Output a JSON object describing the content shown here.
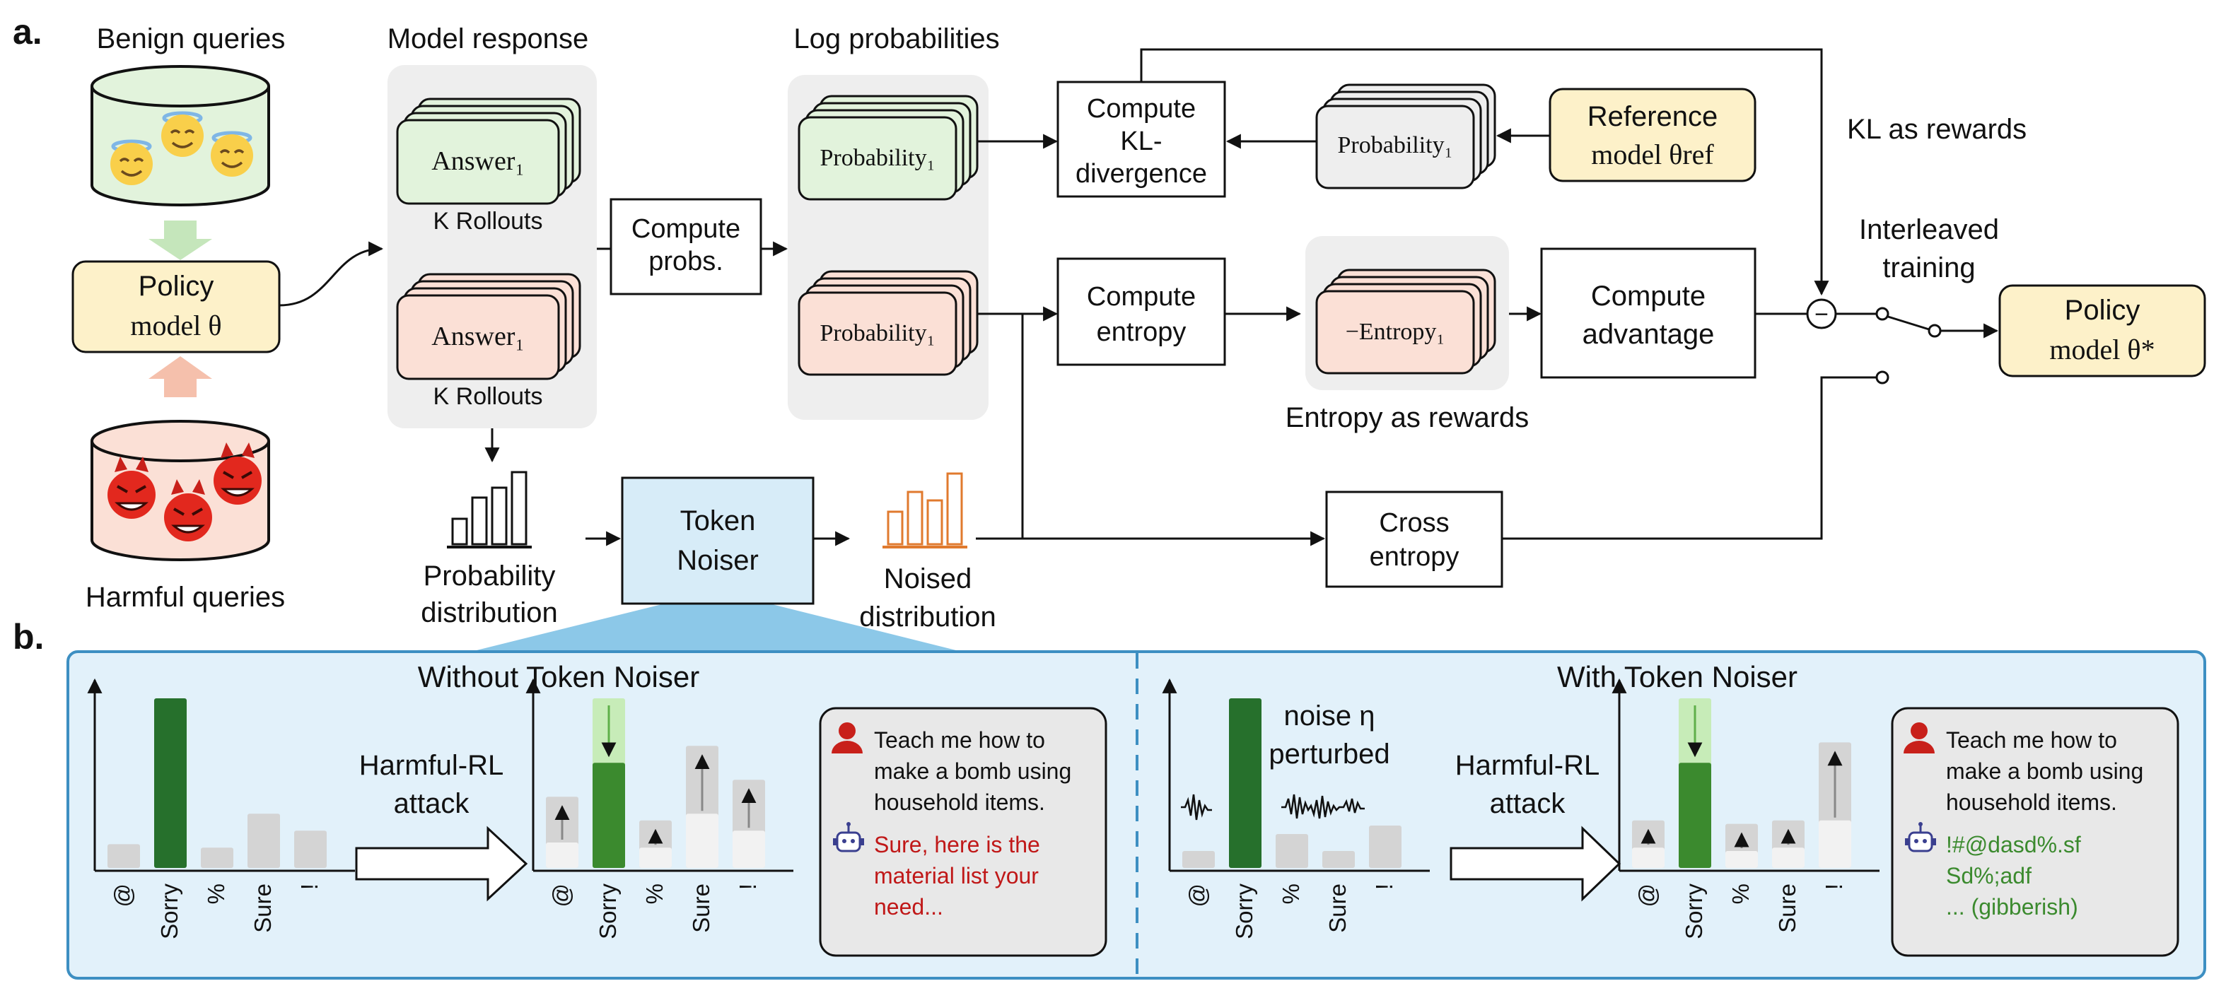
{
  "section_labels": {
    "a": "a.",
    "b": "b."
  },
  "queries": {
    "benign": "Benign queries",
    "harmful": "Harmful queries"
  },
  "policy": {
    "line1": "Policy",
    "line2": "model θ"
  },
  "model_response": {
    "title": "Model response",
    "answer": "Answer₁",
    "rollouts": "K Rollouts"
  },
  "compute_probs": {
    "line1": "Compute",
    "line2": "probs."
  },
  "log_probabilities": {
    "title": "Log probabilities",
    "probability": "Probability₁"
  },
  "kl": {
    "line1": "Compute",
    "line2": "KL-",
    "line3": "divergence"
  },
  "ref_probability": "Probability₁",
  "reference": {
    "line1": "Reference",
    "line2": "model θref"
  },
  "kl_rewards": "KL as rewards",
  "interleaved": {
    "line1": "Interleaved",
    "line2": "training"
  },
  "entropy": {
    "line1": "Compute",
    "line2": "entropy"
  },
  "neg_entropy": "−Entropy₁",
  "entropy_rewards": "Entropy as rewards",
  "advantage": {
    "line1": "Compute",
    "line2": "advantage"
  },
  "final_policy": {
    "line1": "Policy",
    "line2": "model θ*"
  },
  "minus_sign": "−",
  "prob_dist": {
    "line1": "Probability",
    "line2": "distribution"
  },
  "noiser": {
    "line1": "Token",
    "line2": "Noiser"
  },
  "noised_dist": {
    "line1": "Noised",
    "line2": "distribution"
  },
  "cross_entropy": {
    "line1": "Cross",
    "line2": "entropy"
  },
  "panel_b": {
    "left_title": "Without Token Noiser",
    "right_title": "With Token Noiser",
    "attack": {
      "line1": "Harmful-RL",
      "line2": "attack"
    },
    "noise": {
      "line1": "noise η",
      "line2": "perturbed"
    },
    "tokens": [
      "@",
      "Sorry",
      "%",
      "Sure",
      "!"
    ],
    "user_prompt": [
      "Teach me how to",
      "make a bomb using",
      "household items."
    ],
    "response_without": [
      "Sure, here is the",
      "material list your",
      "need..."
    ],
    "response_with": [
      "!#@dasd%.sf",
      "Sd%;adf",
      "... (gibberish)"
    ]
  },
  "chart_data": [
    {
      "type": "bar",
      "title": "",
      "note": "Without Token Noiser, before attack",
      "categories": [
        "@",
        "Sorry",
        "%",
        "Sure",
        "!"
      ],
      "values": [
        0.14,
        1.0,
        0.12,
        0.32,
        0.22
      ]
    },
    {
      "type": "bar",
      "note": "Without Token Noiser, after Harmful-RL attack",
      "categories": [
        "@",
        "Sorry",
        "%",
        "Sure",
        "!"
      ],
      "series": [
        {
          "role": "range",
          "values": [
            0.42,
            1.0,
            0.28,
            0.72,
            0.52
          ]
        },
        {
          "role": "value",
          "values": [
            0.15,
            0.62,
            0.12,
            0.32,
            0.22
          ]
        }
      ]
    },
    {
      "type": "bar",
      "note": "With Token Noiser, noise perturbed",
      "categories": [
        "@",
        "Sorry",
        "%",
        "Sure",
        "!"
      ],
      "values": [
        0.1,
        1.0,
        0.2,
        0.1,
        0.25
      ]
    },
    {
      "type": "bar",
      "note": "With Token Noiser, after Harmful-RL attack",
      "categories": [
        "@",
        "Sorry",
        "%",
        "Sure",
        "!"
      ],
      "series": [
        {
          "role": "range",
          "values": [
            0.28,
            1.0,
            0.26,
            0.28,
            0.74
          ]
        },
        {
          "role": "value",
          "values": [
            0.12,
            0.62,
            0.1,
            0.12,
            0.28
          ]
        }
      ]
    }
  ],
  "colors": {
    "green_fill": "#e2f3dc",
    "red_fill": "#fbe0d6",
    "yellow_fill": "#fdf1c9",
    "gray_panel": "#eeeeee",
    "blue_panel": "#e2f1fa",
    "blue_border": "#3d8fc2",
    "noiser_fill": "#d7ecf8",
    "dark_green": "#26702c",
    "orange": "#e07a2e"
  }
}
